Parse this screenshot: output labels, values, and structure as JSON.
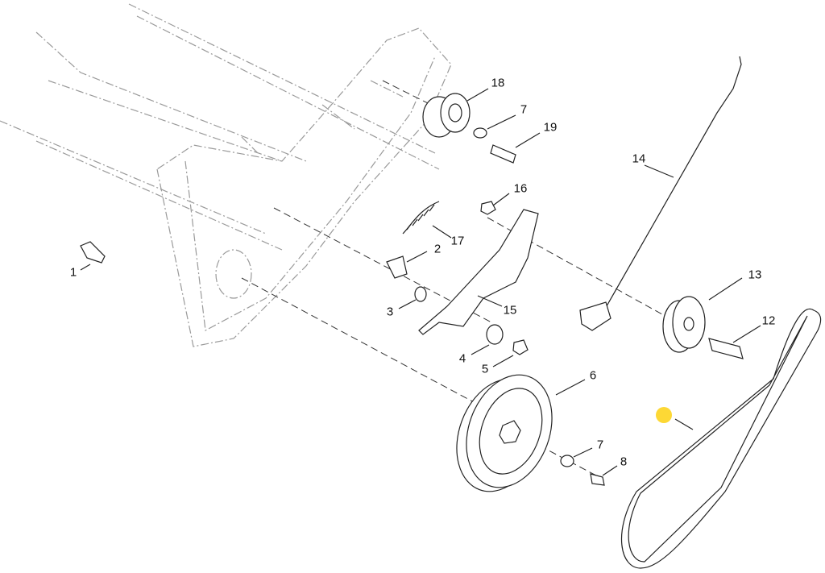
{
  "diagram": {
    "callouts": [
      {
        "id": "18",
        "text": "18"
      },
      {
        "id": "7a",
        "text": "7"
      },
      {
        "id": "19",
        "text": "19"
      },
      {
        "id": "14",
        "text": "14"
      },
      {
        "id": "16",
        "text": "16"
      },
      {
        "id": "17",
        "text": "17"
      },
      {
        "id": "2",
        "text": "2"
      },
      {
        "id": "1",
        "text": "1"
      },
      {
        "id": "3",
        "text": "3"
      },
      {
        "id": "15",
        "text": "15"
      },
      {
        "id": "13",
        "text": "13"
      },
      {
        "id": "12",
        "text": "12"
      },
      {
        "id": "4",
        "text": "4"
      },
      {
        "id": "5",
        "text": "5"
      },
      {
        "id": "6",
        "text": "6"
      },
      {
        "id": "7b",
        "text": "7"
      },
      {
        "id": "8",
        "text": "8"
      }
    ],
    "highlight_color": "#fdd835"
  }
}
